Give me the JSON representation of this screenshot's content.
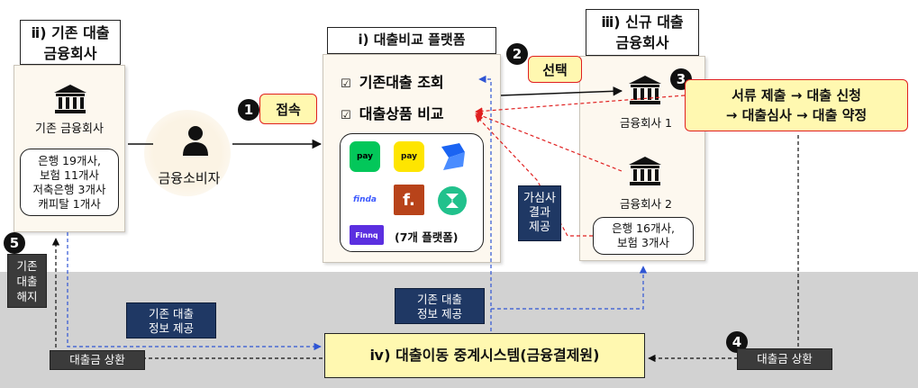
{
  "existing": {
    "title_line1": "ⅱ) 기존 대출",
    "title_line2": "금융회사",
    "bank_label": "기존 금융회사",
    "stats": [
      "은행 19개사,",
      "보험 11개사",
      "저축은행 3개사",
      "캐피탈 1개사"
    ]
  },
  "consumer": {
    "label": "금융소비자"
  },
  "platform": {
    "title": "ⅰ) 대출비교 플랫폼",
    "item1": "기존대출 조회",
    "item2": "대출상품 비교",
    "logo_texts": [
      "pay",
      "pay",
      "",
      "finda",
      "f.",
      "",
      "Finnq"
    ],
    "count_label": "(7개 플랫폼)"
  },
  "newlender": {
    "title_line1": "ⅲ) 신규 대출",
    "title_line2": "금융회사",
    "bank1": "금융회사 1",
    "bank2": "금융회사 2",
    "stats": [
      "은행 16개사,",
      "보험 3개사"
    ]
  },
  "steps": {
    "s1_num": "1",
    "s1_text": "접속",
    "s2_num": "2",
    "s2_text": "선택",
    "s3_num": "3",
    "s3_line1": "서류 제출 → 대출 신청",
    "s3_line2": "→ 대출심사 → 대출 약정",
    "s4_num": "4",
    "s5_num": "5"
  },
  "labels": {
    "credit_check": [
      "가심사",
      "결과",
      "제공"
    ],
    "termination": [
      "기존",
      "대출",
      "해지"
    ],
    "info_provide_left": [
      "기존 대출",
      "정보 제공"
    ],
    "info_provide_right": [
      "기존 대출",
      "정보 제공"
    ],
    "repay_left": "대출금 상환",
    "repay_right": "대출금 상환"
  },
  "system": {
    "label": "ⅳ) 대출이동 중계시스템(금융결제원)"
  },
  "colors": {
    "navy": "#1f3864",
    "red": "#e02020",
    "yellow": "#fff8b0",
    "blue_dash": "#2f55d4",
    "kakao": "#fee500",
    "naver": "#03c75a",
    "toss": "#1b64f2",
    "finda": "#3d5afe",
    "fint": "#b8431a",
    "banksalad": "#21c18c",
    "finnq": "#5b2fe0"
  }
}
